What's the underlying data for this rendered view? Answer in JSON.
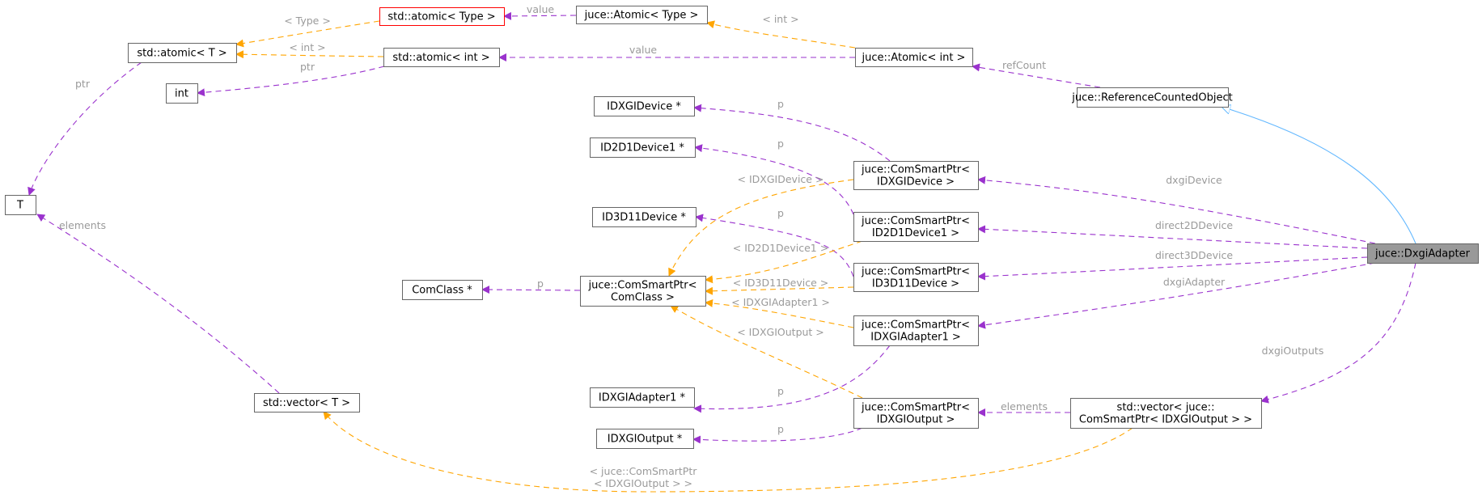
{
  "nodes": [
    {
      "id": "atomic_type",
      "lines": [
        "std::atomic< Type >"
      ],
      "style": "red"
    },
    {
      "id": "juce_atomic_type",
      "lines": [
        "juce::Atomic< Type >"
      ]
    },
    {
      "id": "atomic_t",
      "lines": [
        "std::atomic< T >"
      ]
    },
    {
      "id": "atomic_int",
      "lines": [
        "std::atomic< int >"
      ]
    },
    {
      "id": "juce_atomic_int",
      "lines": [
        "juce::Atomic< int >"
      ]
    },
    {
      "id": "int",
      "lines": [
        "int"
      ]
    },
    {
      "id": "refcounted",
      "lines": [
        "juce::ReferenceCountedObject"
      ]
    },
    {
      "id": "idxgidevice_ptr",
      "lines": [
        "IDXGIDevice *"
      ]
    },
    {
      "id": "id2d1device1_ptr",
      "lines": [
        "ID2D1Device1 *"
      ]
    },
    {
      "id": "id3d11device_ptr",
      "lines": [
        "ID3D11Device *"
      ]
    },
    {
      "id": "T",
      "lines": [
        "T"
      ]
    },
    {
      "id": "csp_idxgidevice",
      "lines": [
        "juce::ComSmartPtr<",
        "IDXGIDevice >"
      ]
    },
    {
      "id": "csp_id2d1device1",
      "lines": [
        "juce::ComSmartPtr<",
        "ID2D1Device1 >"
      ]
    },
    {
      "id": "dxgiadapter",
      "lines": [
        "juce::DxgiAdapter"
      ],
      "style": "hl"
    },
    {
      "id": "comclass_ptr",
      "lines": [
        "ComClass *"
      ]
    },
    {
      "id": "csp_comclass",
      "lines": [
        "juce::ComSmartPtr<",
        "ComClass >"
      ]
    },
    {
      "id": "csp_id3d11device",
      "lines": [
        "juce::ComSmartPtr<",
        "ID3D11Device >"
      ]
    },
    {
      "id": "csp_idxgiadapter1",
      "lines": [
        "juce::ComSmartPtr<",
        "IDXGIAdapter1 >"
      ]
    },
    {
      "id": "vector_t",
      "lines": [
        "std::vector< T >"
      ]
    },
    {
      "id": "idxgiadapter1_ptr",
      "lines": [
        "IDXGIAdapter1 *"
      ]
    },
    {
      "id": "idxgioutput_ptr",
      "lines": [
        "IDXGIOutput *"
      ]
    },
    {
      "id": "csp_idxgioutput",
      "lines": [
        "juce::ComSmartPtr<",
        "IDXGIOutput >"
      ]
    },
    {
      "id": "vector_csp",
      "lines": [
        "std::vector< juce::",
        "ComSmartPtr< IDXGIOutput > >"
      ]
    }
  ],
  "edges": [
    {
      "from": "juce_atomic_type",
      "to": "atomic_type",
      "kind": "member",
      "label": [
        "value"
      ]
    },
    {
      "from": "atomic_type",
      "to": "atomic_t",
      "kind": "template",
      "label": [
        "< Type >"
      ]
    },
    {
      "from": "atomic_int",
      "to": "atomic_t",
      "kind": "template",
      "label": [
        "< int >"
      ]
    },
    {
      "from": "juce_atomic_int",
      "to": "juce_atomic_type",
      "kind": "template",
      "label": [
        "< int >"
      ]
    },
    {
      "from": "juce_atomic_int",
      "to": "atomic_int",
      "kind": "member",
      "label": [
        "value"
      ]
    },
    {
      "from": "atomic_int",
      "to": "int",
      "kind": "member",
      "label": [
        "ptr"
      ]
    },
    {
      "from": "atomic_t",
      "to": "T",
      "kind": "member",
      "label": [
        "ptr"
      ]
    },
    {
      "from": "refcounted",
      "to": "juce_atomic_int",
      "kind": "member",
      "label": [
        "refCount"
      ]
    },
    {
      "from": "dxgiadapter",
      "to": "refcounted",
      "kind": "inherit",
      "label": []
    },
    {
      "from": "csp_idxgidevice",
      "to": "idxgidevice_ptr",
      "kind": "member",
      "label": [
        "p"
      ]
    },
    {
      "from": "csp_id2d1device1",
      "to": "id2d1device1_ptr",
      "kind": "member",
      "label": [
        "p"
      ]
    },
    {
      "from": "csp_id3d11device",
      "to": "id3d11device_ptr",
      "kind": "member",
      "label": [
        "p"
      ]
    },
    {
      "from": "csp_comclass",
      "to": "comclass_ptr",
      "kind": "member",
      "label": [
        "p"
      ]
    },
    {
      "from": "csp_idxgiadapter1",
      "to": "idxgiadapter1_ptr",
      "kind": "member",
      "label": [
        "p"
      ]
    },
    {
      "from": "csp_idxgioutput",
      "to": "idxgioutput_ptr",
      "kind": "member",
      "label": [
        "p"
      ]
    },
    {
      "from": "csp_idxgidevice",
      "to": "csp_comclass",
      "kind": "template",
      "label": [
        "< IDXGIDevice >"
      ]
    },
    {
      "from": "csp_id2d1device1",
      "to": "csp_comclass",
      "kind": "template",
      "label": [
        "< ID2D1Device1 >"
      ]
    },
    {
      "from": "csp_id3d11device",
      "to": "csp_comclass",
      "kind": "template",
      "label": [
        "< ID3D11Device >"
      ]
    },
    {
      "from": "csp_idxgiadapter1",
      "to": "csp_comclass",
      "kind": "template",
      "label": [
        "< IDXGIAdapter1 >"
      ]
    },
    {
      "from": "csp_idxgioutput",
      "to": "csp_comclass",
      "kind": "template",
      "label": [
        "< IDXGIOutput >"
      ]
    },
    {
      "from": "dxgiadapter",
      "to": "csp_idxgidevice",
      "kind": "member",
      "label": [
        "dxgiDevice"
      ]
    },
    {
      "from": "dxgiadapter",
      "to": "csp_id2d1device1",
      "kind": "member",
      "label": [
        "direct2DDevice"
      ]
    },
    {
      "from": "dxgiadapter",
      "to": "csp_id3d11device",
      "kind": "member",
      "label": [
        "direct3DDevice"
      ]
    },
    {
      "from": "dxgiadapter",
      "to": "csp_idxgiadapter1",
      "kind": "member",
      "label": [
        "dxgiAdapter"
      ]
    },
    {
      "from": "dxgiadapter",
      "to": "vector_csp",
      "kind": "member",
      "label": [
        "dxgiOutputs"
      ]
    },
    {
      "from": "vector_csp",
      "to": "csp_idxgioutput",
      "kind": "member",
      "label": [
        "elements"
      ]
    },
    {
      "from": "vector_t",
      "to": "T",
      "kind": "member",
      "label": [
        "elements"
      ]
    },
    {
      "from": "vector_csp",
      "to": "vector_t",
      "kind": "template",
      "label": [
        "< juce::ComSmartPtr",
        "< IDXGIOutput > >"
      ]
    }
  ],
  "colors": {
    "member": "#9a32cd",
    "template": "#ffa500",
    "inherit": "#63b8ff",
    "label": "#9a9a9a",
    "highlight": "#999999",
    "redBorder": "#ff0000"
  }
}
